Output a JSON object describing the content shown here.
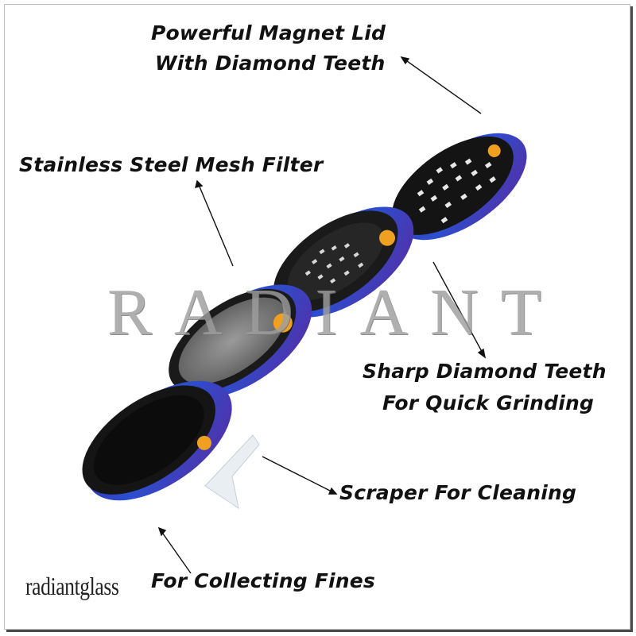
{
  "labels": {
    "magnet_lid_line1": "Powerful Magnet Lid",
    "magnet_lid_line2": "With Diamond Teeth",
    "mesh_filter": "Stainless Steel Mesh Filter",
    "sharp_teeth_line1": "Sharp Diamond Teeth",
    "sharp_teeth_line2": "For Quick Grinding",
    "scraper": "Scraper For Cleaning",
    "collecting": "For Collecting Fines"
  },
  "watermark": "RADIANT",
  "brand": "radiantglass",
  "colors": {
    "rim_blue": "#2b3fc4",
    "rim_purple": "#6a2fb0",
    "sun_orange": "#f0a020",
    "metal_black": "#1a1a1a"
  }
}
